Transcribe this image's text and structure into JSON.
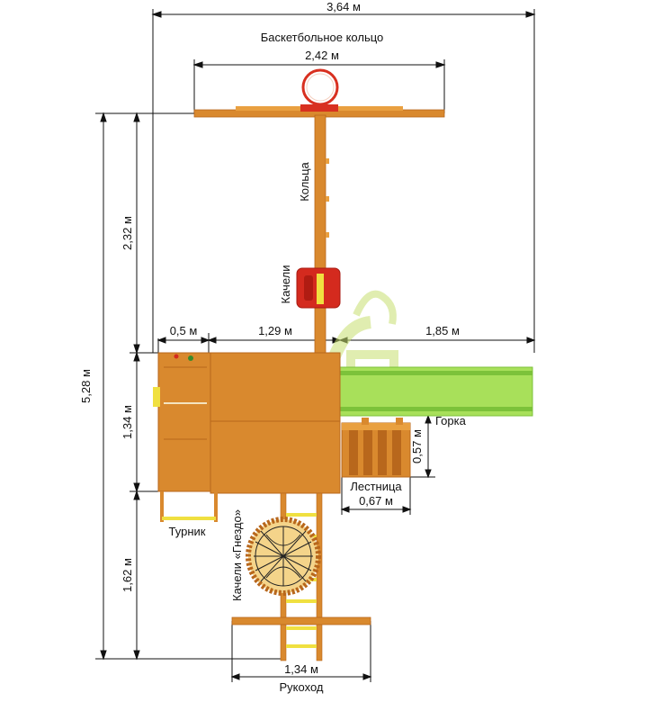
{
  "colors": {
    "wood": "#d9892e",
    "wood_dark": "#b8671c",
    "wood_light": "#e9a040",
    "slide": "#a8e05a",
    "slide_dark": "#7cc23a",
    "rung": "#f0e040",
    "swing_red": "#d42a1e",
    "hoop": "#d83020",
    "watermark": "#c8e070",
    "line": "#111111"
  },
  "dimensions": {
    "total_width": "3,64 м",
    "hoop_beam": "2,42 м",
    "beam_to_deck": "2,32 м",
    "deck_depth": "1,34 м",
    "deck_to_end": "1,62 м",
    "total_length": "5,28 м",
    "left_ledge": "0,5 м",
    "deck_width": "1,29 м",
    "slide_length": "1,85 м",
    "ladder_height": "0,57 м",
    "ladder_width": "0,67 м",
    "monkey_bar_width": "1,34 м"
  },
  "labels": {
    "basketball_hoop": "Баскетбольное кольцо",
    "rings": "Кольца",
    "swing": "Качели",
    "slide": "Горка",
    "ladder": "Лестница",
    "bar": "Турник",
    "nest_swing": "Качели «Гнездо»",
    "monkey_bars": "Рукоход"
  }
}
